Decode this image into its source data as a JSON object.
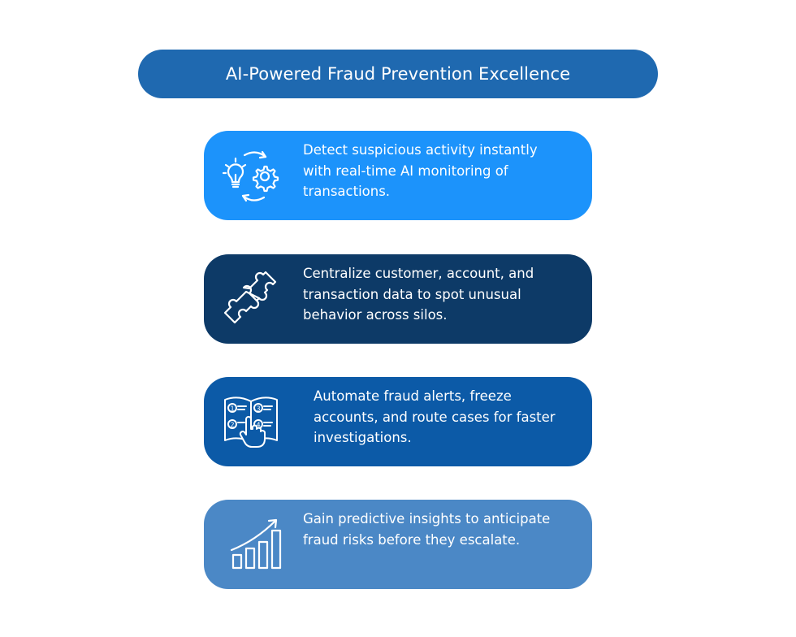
{
  "header": {
    "title": "AI-Powered Fraud Prevention Excellence"
  },
  "cards": [
    {
      "icon": "lightbulb-gear-cycle-icon",
      "color": "#1c93fb",
      "text": "Detect suspicious activity instantly with real-time AI monitoring of transactions."
    },
    {
      "icon": "puzzle-pieces-icon",
      "color": "#0d3a67",
      "text": "Centralize customer, account, and transaction data to spot unusual behavior across silos."
    },
    {
      "icon": "numbered-book-hand-icon",
      "color": "#0c5aa7",
      "text": "Automate fraud alerts, freeze accounts, and route cases for faster investigations."
    },
    {
      "icon": "growth-chart-arrow-icon",
      "color": "#4b88c6",
      "text": "Gain predictive insights to anticipate fraud risks before they escalate."
    }
  ]
}
